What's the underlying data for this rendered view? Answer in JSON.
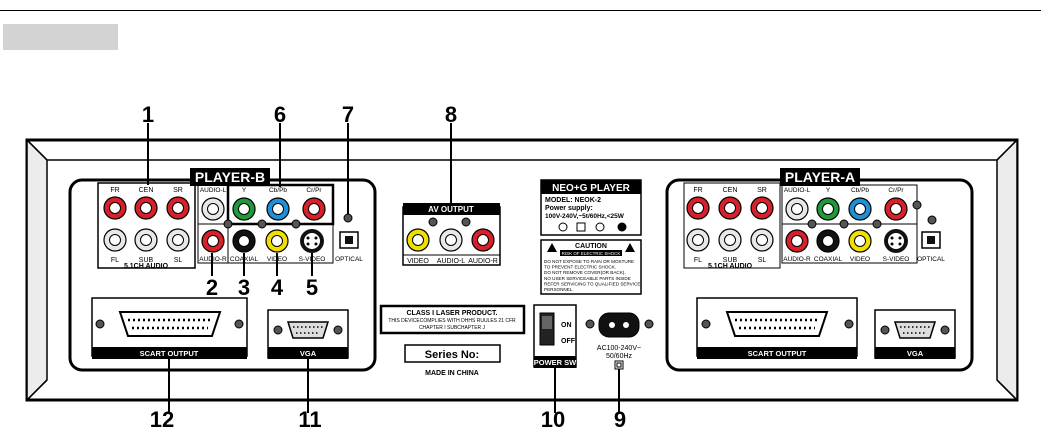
{
  "callouts": {
    "n1": "1",
    "n2": "2",
    "n3": "3",
    "n4": "4",
    "n5": "5",
    "n6": "6",
    "n7": "7",
    "n8": "8",
    "n9": "9",
    "n10": "10",
    "n11": "11",
    "n12": "12"
  },
  "player_b": {
    "title": "PLAYER-B",
    "surround": {
      "top": [
        "FR",
        "CEN",
        "SR"
      ],
      "bottom": [
        "FL",
        "SUB",
        "SL"
      ],
      "caption": "5.1CH AUDIO"
    },
    "top_row": [
      "AUDIO-L",
      "Y",
      "Cb/Pb",
      "Cr/Pr"
    ],
    "bottom_row": [
      "AUDIO-R",
      "COAXIAL",
      "VIDEO",
      "S-VIDEO",
      "OPTICAL"
    ],
    "scart": "SCART OUTPUT",
    "vga": "VGA"
  },
  "player_a": {
    "title": "PLAYER-A",
    "surround": {
      "top": [
        "FR",
        "CEN",
        "SR"
      ],
      "bottom": [
        "FL",
        "SUB",
        "SL"
      ],
      "caption": "5.1CH AUDIO"
    },
    "top_row": [
      "AUDIO-L",
      "Y",
      "Cb/Pb",
      "Cr/Pr"
    ],
    "bottom_row": [
      "AUDIO-R",
      "COAXIAL",
      "VIDEO",
      "S-VIDEO",
      "OPTICAL"
    ],
    "scart": "SCART OUTPUT",
    "vga": "VGA"
  },
  "center": {
    "av_output": "AV OUTPUT",
    "av_labels": [
      "VIDEO",
      "AUDIO-L",
      "AUDIO-R"
    ],
    "brand": "NEO+G PLAYER",
    "model": "MODEL: NEOK-2",
    "power_supply": "Power supply:",
    "power_spec": "100V-240V,~5t/60Hz,<25W",
    "caution": "CAUTION",
    "caution_sub": "RISK OF ELECTRIC SHOCK",
    "warning_lines": [
      "DO NOT EXPOSE TO RAIN OR MOSTURE",
      "TO PREVENT ELECTRIC SHOCK.",
      "DO NOT REMOVE COVER(OR BACK).",
      "NO USER SERVICEABLE PARTS INSIDE",
      "REFER SERVICING TO QUALIFIED SERVICE",
      "PERSONNEL."
    ],
    "laser_title": "CLASS I LASER PRODUCT.",
    "laser_line1": "THIS DEVICECOMPLIES WITH DHHS RUULES 21 CFR",
    "laser_line2": "CHAPTER I SUBCHAPTER J",
    "series": "Series No:",
    "made_in": "MADE IN CHINA",
    "switch_on": "ON",
    "switch_off": "OFF",
    "power_sw": "POWER SW",
    "ac_line1": "AC100-240V~",
    "ac_line2": "50/60Hz"
  },
  "colors": {
    "red": "#d9202a",
    "white": "#e8e8e8",
    "green": "#1f9a3a",
    "blue": "#1f8fd6",
    "yellow": "#f0e000",
    "black": "#111111"
  }
}
